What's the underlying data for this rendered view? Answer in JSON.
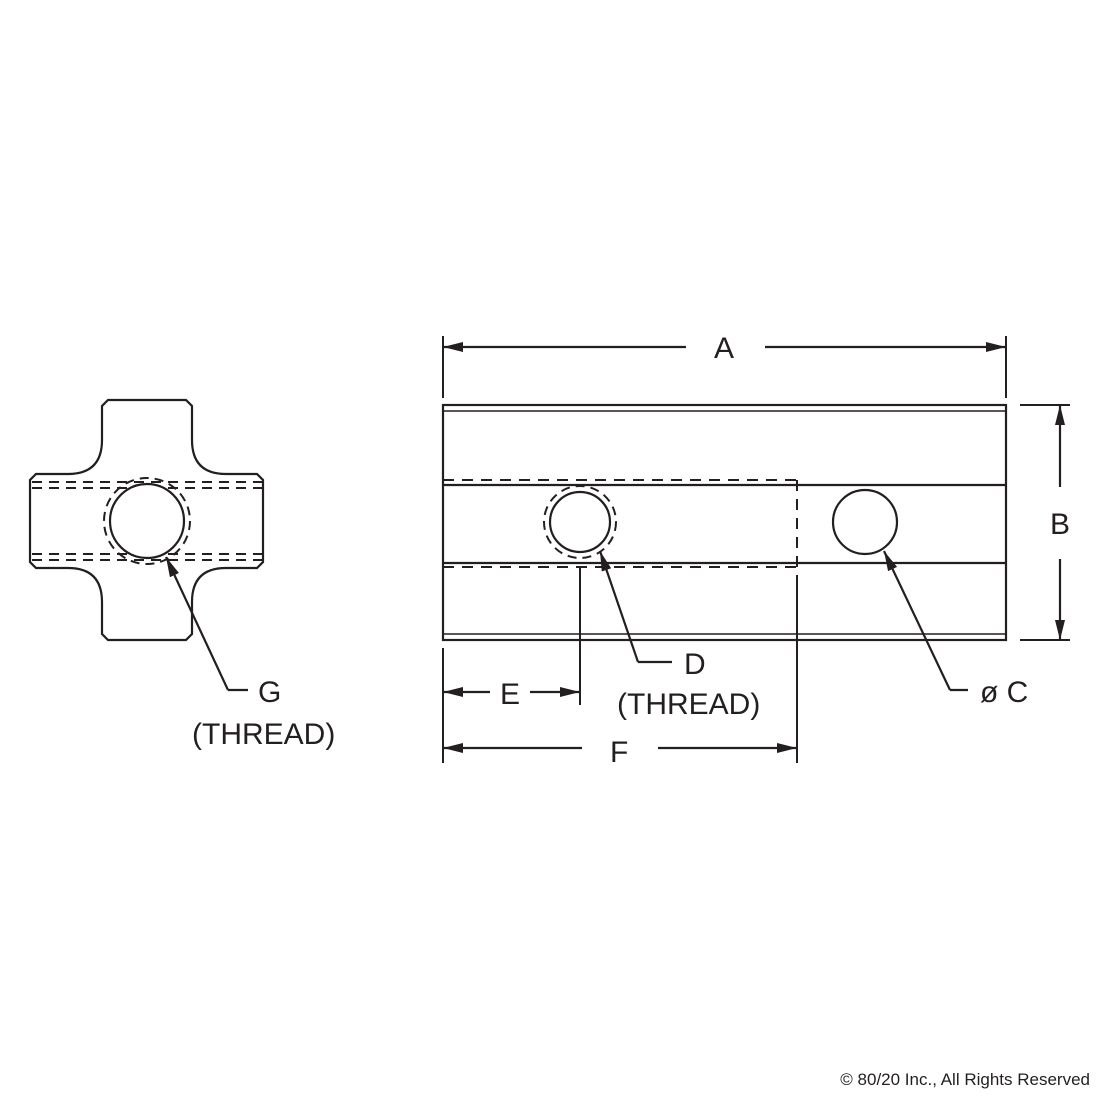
{
  "drawing": {
    "stroke_color": "#231f20",
    "background": "#ffffff",
    "end_view": {
      "label_letter": "G",
      "label_note": "(THREAD)"
    },
    "side_view": {
      "dimensions": {
        "A": "A",
        "B": "B",
        "C": "ø C",
        "D": "D",
        "D_note": "(THREAD)",
        "E": "E",
        "F": "F"
      }
    }
  },
  "footer": {
    "copyright": "© 80/20 Inc., All Rights Reserved"
  }
}
